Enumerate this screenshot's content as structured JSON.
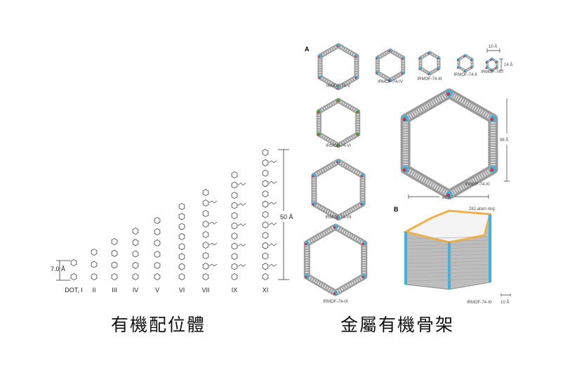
{
  "left_panel": {
    "scale_short": "7.0 Å",
    "scale_long": "50 Å",
    "linkers": [
      "DOT, I",
      "II",
      "III",
      "IV",
      "V",
      "VI",
      "VII",
      "IX",
      "XI"
    ],
    "caption": "有機配位體"
  },
  "right_panel": {
    "panel_a_letter": "A",
    "panel_b_letter": "B",
    "small_frames": [
      "IRMOF-74-V",
      "IRMOF-74-IV",
      "IRMOF-74-III",
      "IRMOF-74-II",
      "IRMOF-74-I"
    ],
    "pore_width": "10 Å",
    "pore_height": "14 Å",
    "column_frames": [
      "IRMOF-74-VI",
      "IRMOF-74-VII",
      "IRMOF-74-IX"
    ],
    "large_frame": "IRMOF-74-XI",
    "large_height": "98 Å",
    "large_width": "85 Å",
    "ring_label": "282 atom ring",
    "prism_frame": "IRMOF-74-XI",
    "prism_scale": "10 Å",
    "caption": "金屬有機骨架"
  },
  "colors": {
    "carbon": "#b8b8b8",
    "metal": "#3fb2df",
    "oxygen": "#e03030",
    "ring": "#f2b04a",
    "green": "#3aa83a"
  }
}
